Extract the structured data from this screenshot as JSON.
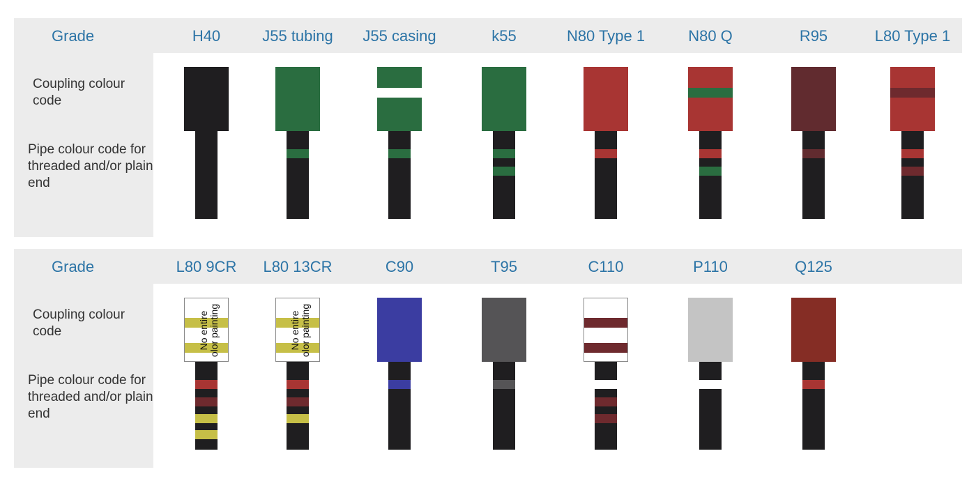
{
  "labels": {
    "grade": "Grade",
    "coupling": "Coupling colour code",
    "pipe": "Pipe colour code for threaded and/or plain end"
  },
  "colors": {
    "black": "#1f1e20",
    "green": "#2a6d40",
    "red": "#a83533",
    "dark_red": "#6e2a2e",
    "brown": "#612b2f",
    "yellow": "#c6bf47",
    "blue": "#3b3da1",
    "gray": "#555456",
    "light_gray": "#c4c4c4",
    "white": "#ffffff",
    "header_bg": "#ececec",
    "title_blue": "#2c74a6"
  },
  "rows": [
    {
      "grades": [
        {
          "name": "H40",
          "coupling": {
            "fill": "#1f1e20"
          },
          "pipe_bands": []
        },
        {
          "name": "J55 tubing",
          "coupling": {
            "fill": "#2a6d40"
          },
          "pipe_bands": [
            {
              "color": "#2a6d40"
            }
          ]
        },
        {
          "name": "J55 casing",
          "coupling": {
            "fill": "#2a6d40",
            "bands": [
              {
                "color": "#ffffff"
              }
            ]
          },
          "pipe_bands": [
            {
              "color": "#2a6d40"
            }
          ]
        },
        {
          "name": "k55",
          "coupling": {
            "fill": "#2a6d40"
          },
          "pipe_bands": [
            {
              "color": "#2a6d40"
            },
            {
              "color": "#2a6d40"
            }
          ]
        },
        {
          "name": "N80 Type 1",
          "coupling": {
            "fill": "#a83533"
          },
          "pipe_bands": [
            {
              "color": "#a83533"
            }
          ]
        },
        {
          "name": "N80 Q",
          "coupling": {
            "fill": "#a83533",
            "bands": [
              {
                "color": "#2a6d40"
              }
            ]
          },
          "pipe_bands": [
            {
              "color": "#a83533"
            },
            {
              "color": "#2a6d40"
            }
          ]
        },
        {
          "name": "R95",
          "coupling": {
            "fill": "#612b2f"
          },
          "pipe_bands": [
            {
              "color": "#612b2f"
            }
          ]
        },
        {
          "name": "L80 Type 1",
          "coupling": {
            "fill": "#a83533",
            "bands": [
              {
                "color": "#6e2a2e"
              }
            ]
          },
          "pipe_bands": [
            {
              "color": "#a83533"
            },
            {
              "color": "#6e2a2e"
            }
          ]
        }
      ]
    },
    {
      "grades": [
        {
          "name": "L80 9CR",
          "coupling": {
            "fill": "#ffffff",
            "border": true,
            "bands": [
              {
                "color": "#c6bf47"
              },
              {
                "color": "#c6bf47"
              }
            ],
            "note": "No entire\nolor painting"
          },
          "pipe_bands": [
            {
              "color": "#a83533"
            },
            {
              "color": "#6e2a2e"
            },
            {
              "color": "#c6bf47"
            },
            {
              "color": "#c6bf47"
            }
          ]
        },
        {
          "name": "L80 13CR",
          "coupling": {
            "fill": "#ffffff",
            "border": true,
            "bands": [
              {
                "color": "#c6bf47"
              },
              {
                "color": "#c6bf47"
              }
            ],
            "note": "No entire\nolor painting"
          },
          "pipe_bands": [
            {
              "color": "#a83533"
            },
            {
              "color": "#6e2a2e"
            },
            {
              "color": "#c6bf47"
            }
          ]
        },
        {
          "name": "C90",
          "coupling": {
            "fill": "#3b3da1"
          },
          "pipe_bands": [
            {
              "color": "#3b3da1"
            }
          ]
        },
        {
          "name": "T95",
          "coupling": {
            "fill": "#555456"
          },
          "pipe_bands": [
            {
              "color": "#555456"
            }
          ]
        },
        {
          "name": "C110",
          "coupling": {
            "fill": "#ffffff",
            "border": true,
            "bands": [
              {
                "color": "#6e2a2e"
              },
              {
                "color": "#6e2a2e"
              }
            ]
          },
          "pipe_bands": [
            {
              "color": "#ffffff"
            },
            {
              "color": "#6e2a2e"
            },
            {
              "color": "#6e2a2e"
            }
          ]
        },
        {
          "name": "P110",
          "coupling": {
            "fill": "#c4c4c4"
          },
          "pipe_bands": [
            {
              "color": "#ffffff"
            }
          ]
        },
        {
          "name": "Q125",
          "coupling": {
            "fill": "#852d25"
          },
          "pipe_bands": [
            {
              "color": "#a83533"
            }
          ]
        }
      ]
    }
  ]
}
